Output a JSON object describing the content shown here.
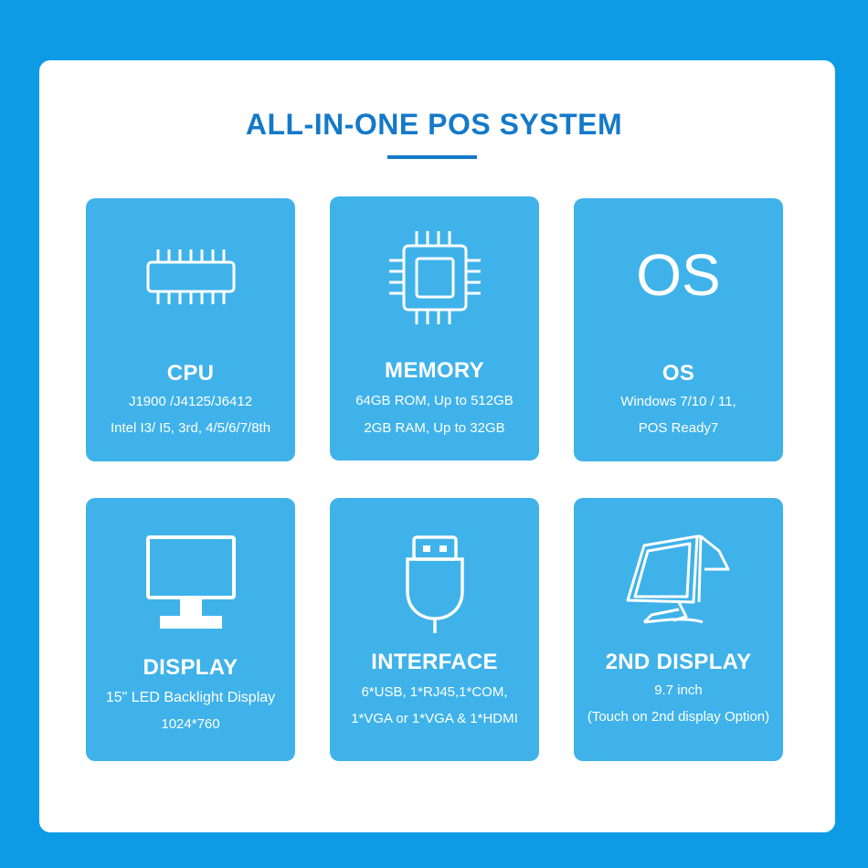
{
  "title": "ALL-IN-ONE POS SYSTEM",
  "colors": {
    "background": "#0d9be6",
    "panel": "#ffffff",
    "card": "#3fb2ea",
    "title": "#1479c9"
  },
  "cards": [
    {
      "icon": "cpu-chip-icon",
      "heading": "CPU",
      "lines": [
        "J1900 /J4125/J6412",
        "Intel  I3/ I5, 3rd, 4/5/6/7/8th"
      ]
    },
    {
      "icon": "memory-chip-icon",
      "heading": "MEMORY",
      "lines": [
        "64GB ROM, Up to 512GB",
        "2GB RAM, Up to 32GB"
      ]
    },
    {
      "icon": "os-text-icon",
      "icon_text": "OS",
      "heading": "OS",
      "lines": [
        "Windows 7/10 / 11,",
        "POS Ready7"
      ]
    },
    {
      "icon": "monitor-icon",
      "heading": "DISPLAY",
      "lines": [
        "15\" LED Backlight Display",
        "1024*760"
      ]
    },
    {
      "icon": "usb-plug-icon",
      "heading": "INTERFACE",
      "lines": [
        "6*USB, 1*RJ45,1*COM,",
        "1*VGA or 1*VGA & 1*HDMI"
      ]
    },
    {
      "icon": "pos-terminal-icon",
      "heading": "2ND DISPLAY",
      "lines": [
        "9.7 inch",
        "(Touch on 2nd display Option)"
      ]
    }
  ]
}
